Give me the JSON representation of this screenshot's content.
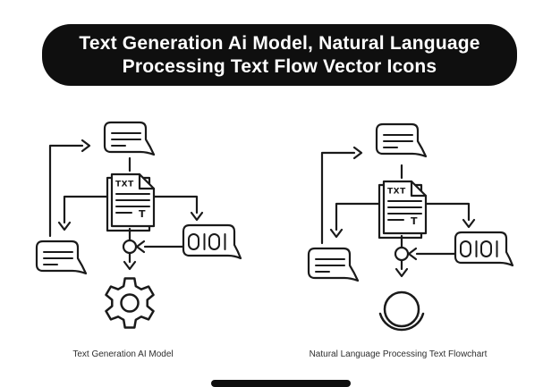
{
  "banner": {
    "line1": "Text Generation Ai Model, Natural Language",
    "line2": "Processing Text Flow Vector Icons",
    "bg_color": "#0f0f0f",
    "text_color": "#ffffff"
  },
  "colors": {
    "background": "#ffffff",
    "stroke": "#1a1a1a",
    "caption_text": "#2e2e2e",
    "footer_bar": "#0f0f0f"
  },
  "diagrams": {
    "left": {
      "caption": "Text Generation AI Model",
      "doc_label": "TXT",
      "doc_letter": "T",
      "binary_text": "0101",
      "output_icon": "gear-icon",
      "icons": [
        "speech-bubble-icon",
        "txt-document-icon",
        "speech-bubble-icon",
        "binary-code-bubble-icon",
        "gear-icon"
      ]
    },
    "right": {
      "caption": "Natural Language Processing Text Flowchart",
      "doc_label": "TXT",
      "doc_letter": "T",
      "binary_text": "0101",
      "output_icon": "circle-arc-icon",
      "icons": [
        "speech-bubble-icon",
        "txt-document-icon",
        "speech-bubble-icon",
        "binary-code-bubble-icon",
        "circle-arc-icon"
      ]
    }
  }
}
